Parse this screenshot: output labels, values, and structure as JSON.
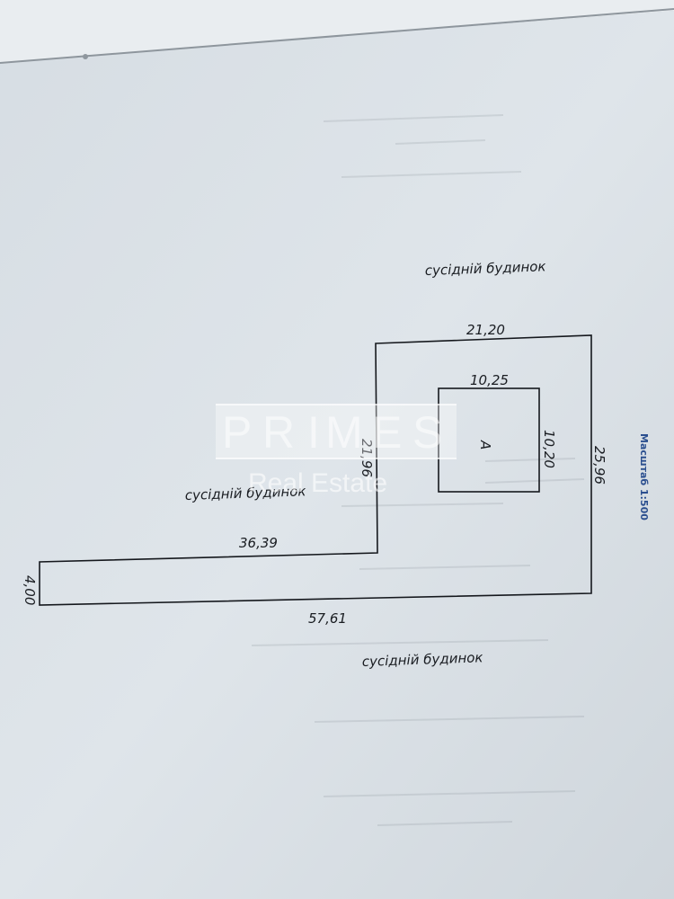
{
  "plan": {
    "label_neighbor_top": "сусідній будинок",
    "label_neighbor_left": "сусідній будинок",
    "label_neighbor_bottom": "сусідній будинок",
    "dim_top": "21,20",
    "dim_right": "25,96",
    "dim_bottom": "57,61",
    "dim_left_end": "4,00",
    "dim_inner_vertical": "21,96",
    "dim_strip_top": "36,39",
    "building": {
      "label": "А",
      "dim_top": "10,25",
      "dim_right": "10,20"
    },
    "scale": "Масштаб 1:500"
  },
  "watermark": {
    "letters": [
      "P",
      "R",
      "I",
      "M",
      "E",
      "S"
    ],
    "subtitle": "Real Estate"
  },
  "colors": {
    "paper": "#dde3e8",
    "background": "#c9d0d6",
    "line": "#15181d",
    "scale_text": "#2b4f8f"
  }
}
